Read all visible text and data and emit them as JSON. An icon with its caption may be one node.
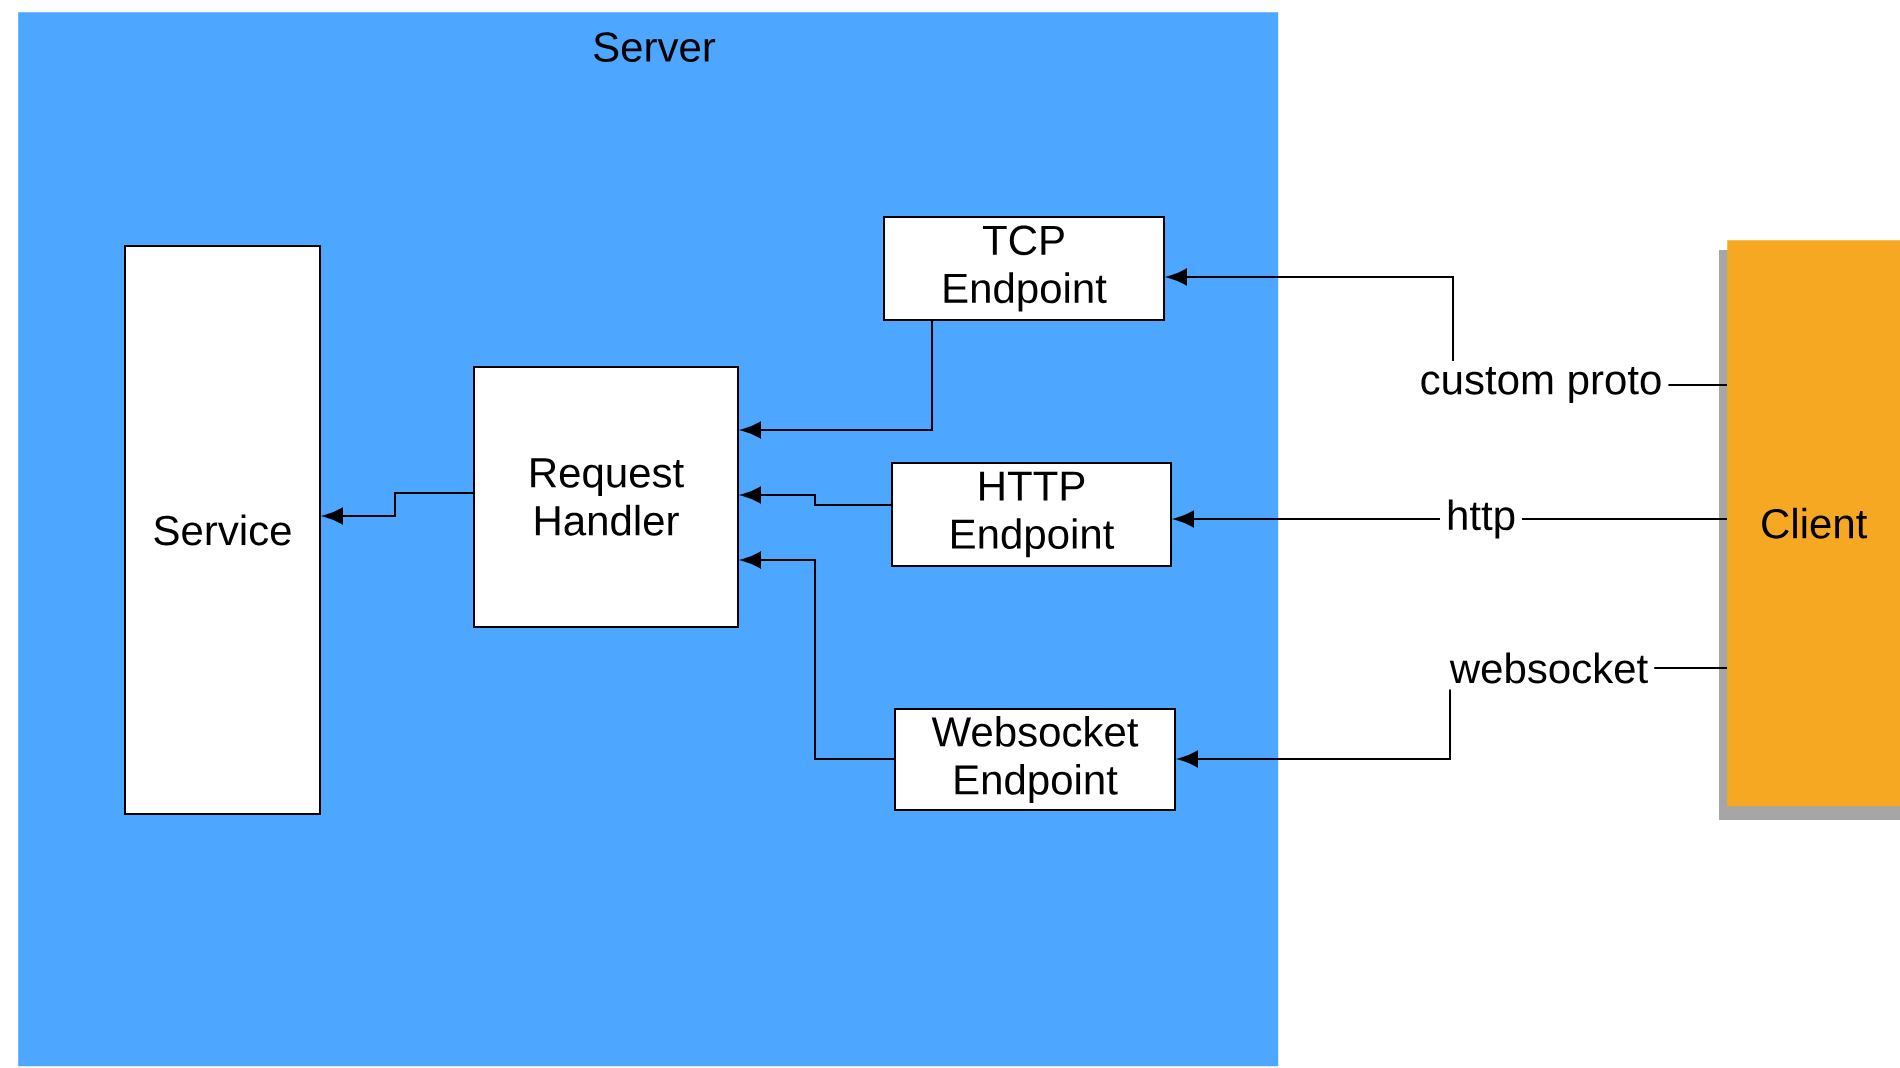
{
  "diagram": {
    "nodes": [
      {
        "text": [
          "Server"
        ]
      },
      {
        "text": [
          "Service"
        ],
        "in": 0
      },
      {
        "text": [
          "Request Handler"
        ],
        "in": 0
      },
      {
        "text": [
          "TCP Endpoint"
        ],
        "in": 0
      },
      {
        "text": [
          "HTTP Endpoint"
        ],
        "in": 0
      },
      {
        "text": [
          "Websocket Endpoint"
        ],
        "in": 0
      },
      {
        "text": [
          "Client"
        ]
      }
    ],
    "edges": [
      {
        "from": 2,
        "to": 1,
        "arrow": "to"
      },
      {
        "from": 3,
        "to": 2,
        "arrow": "to"
      },
      {
        "from": 4,
        "to": 2,
        "arrow": "to"
      },
      {
        "from": 5,
        "to": 2,
        "arrow": "to"
      },
      {
        "from": 6,
        "to": 3,
        "arrow": "to",
        "label": "custom proto"
      },
      {
        "from": 6,
        "to": 4,
        "arrow": "to",
        "label": "http"
      },
      {
        "from": 6,
        "to": 5,
        "arrow": "to",
        "label": "websocket"
      }
    ]
  }
}
